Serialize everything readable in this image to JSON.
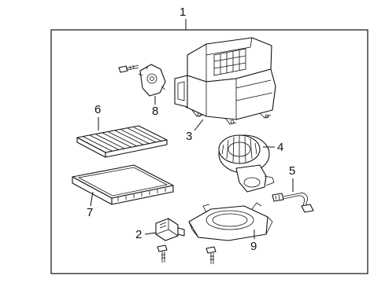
{
  "callouts": {
    "c1": "1",
    "c2": "2",
    "c3": "3",
    "c4": "4",
    "c5": "5",
    "c6": "6",
    "c7": "7",
    "c8": "8",
    "c9": "9"
  },
  "parts": {
    "housing": "blower-housing-assembly",
    "resistor": "blower-resistor",
    "case": "blower-case",
    "motor": "blower-motor-fan",
    "harness": "wire-harness",
    "filter": "cabin-air-filter",
    "filter_cover": "filter-cover",
    "servo": "servo-motor",
    "lower_case": "lower-blower-case",
    "screw": "screw"
  }
}
